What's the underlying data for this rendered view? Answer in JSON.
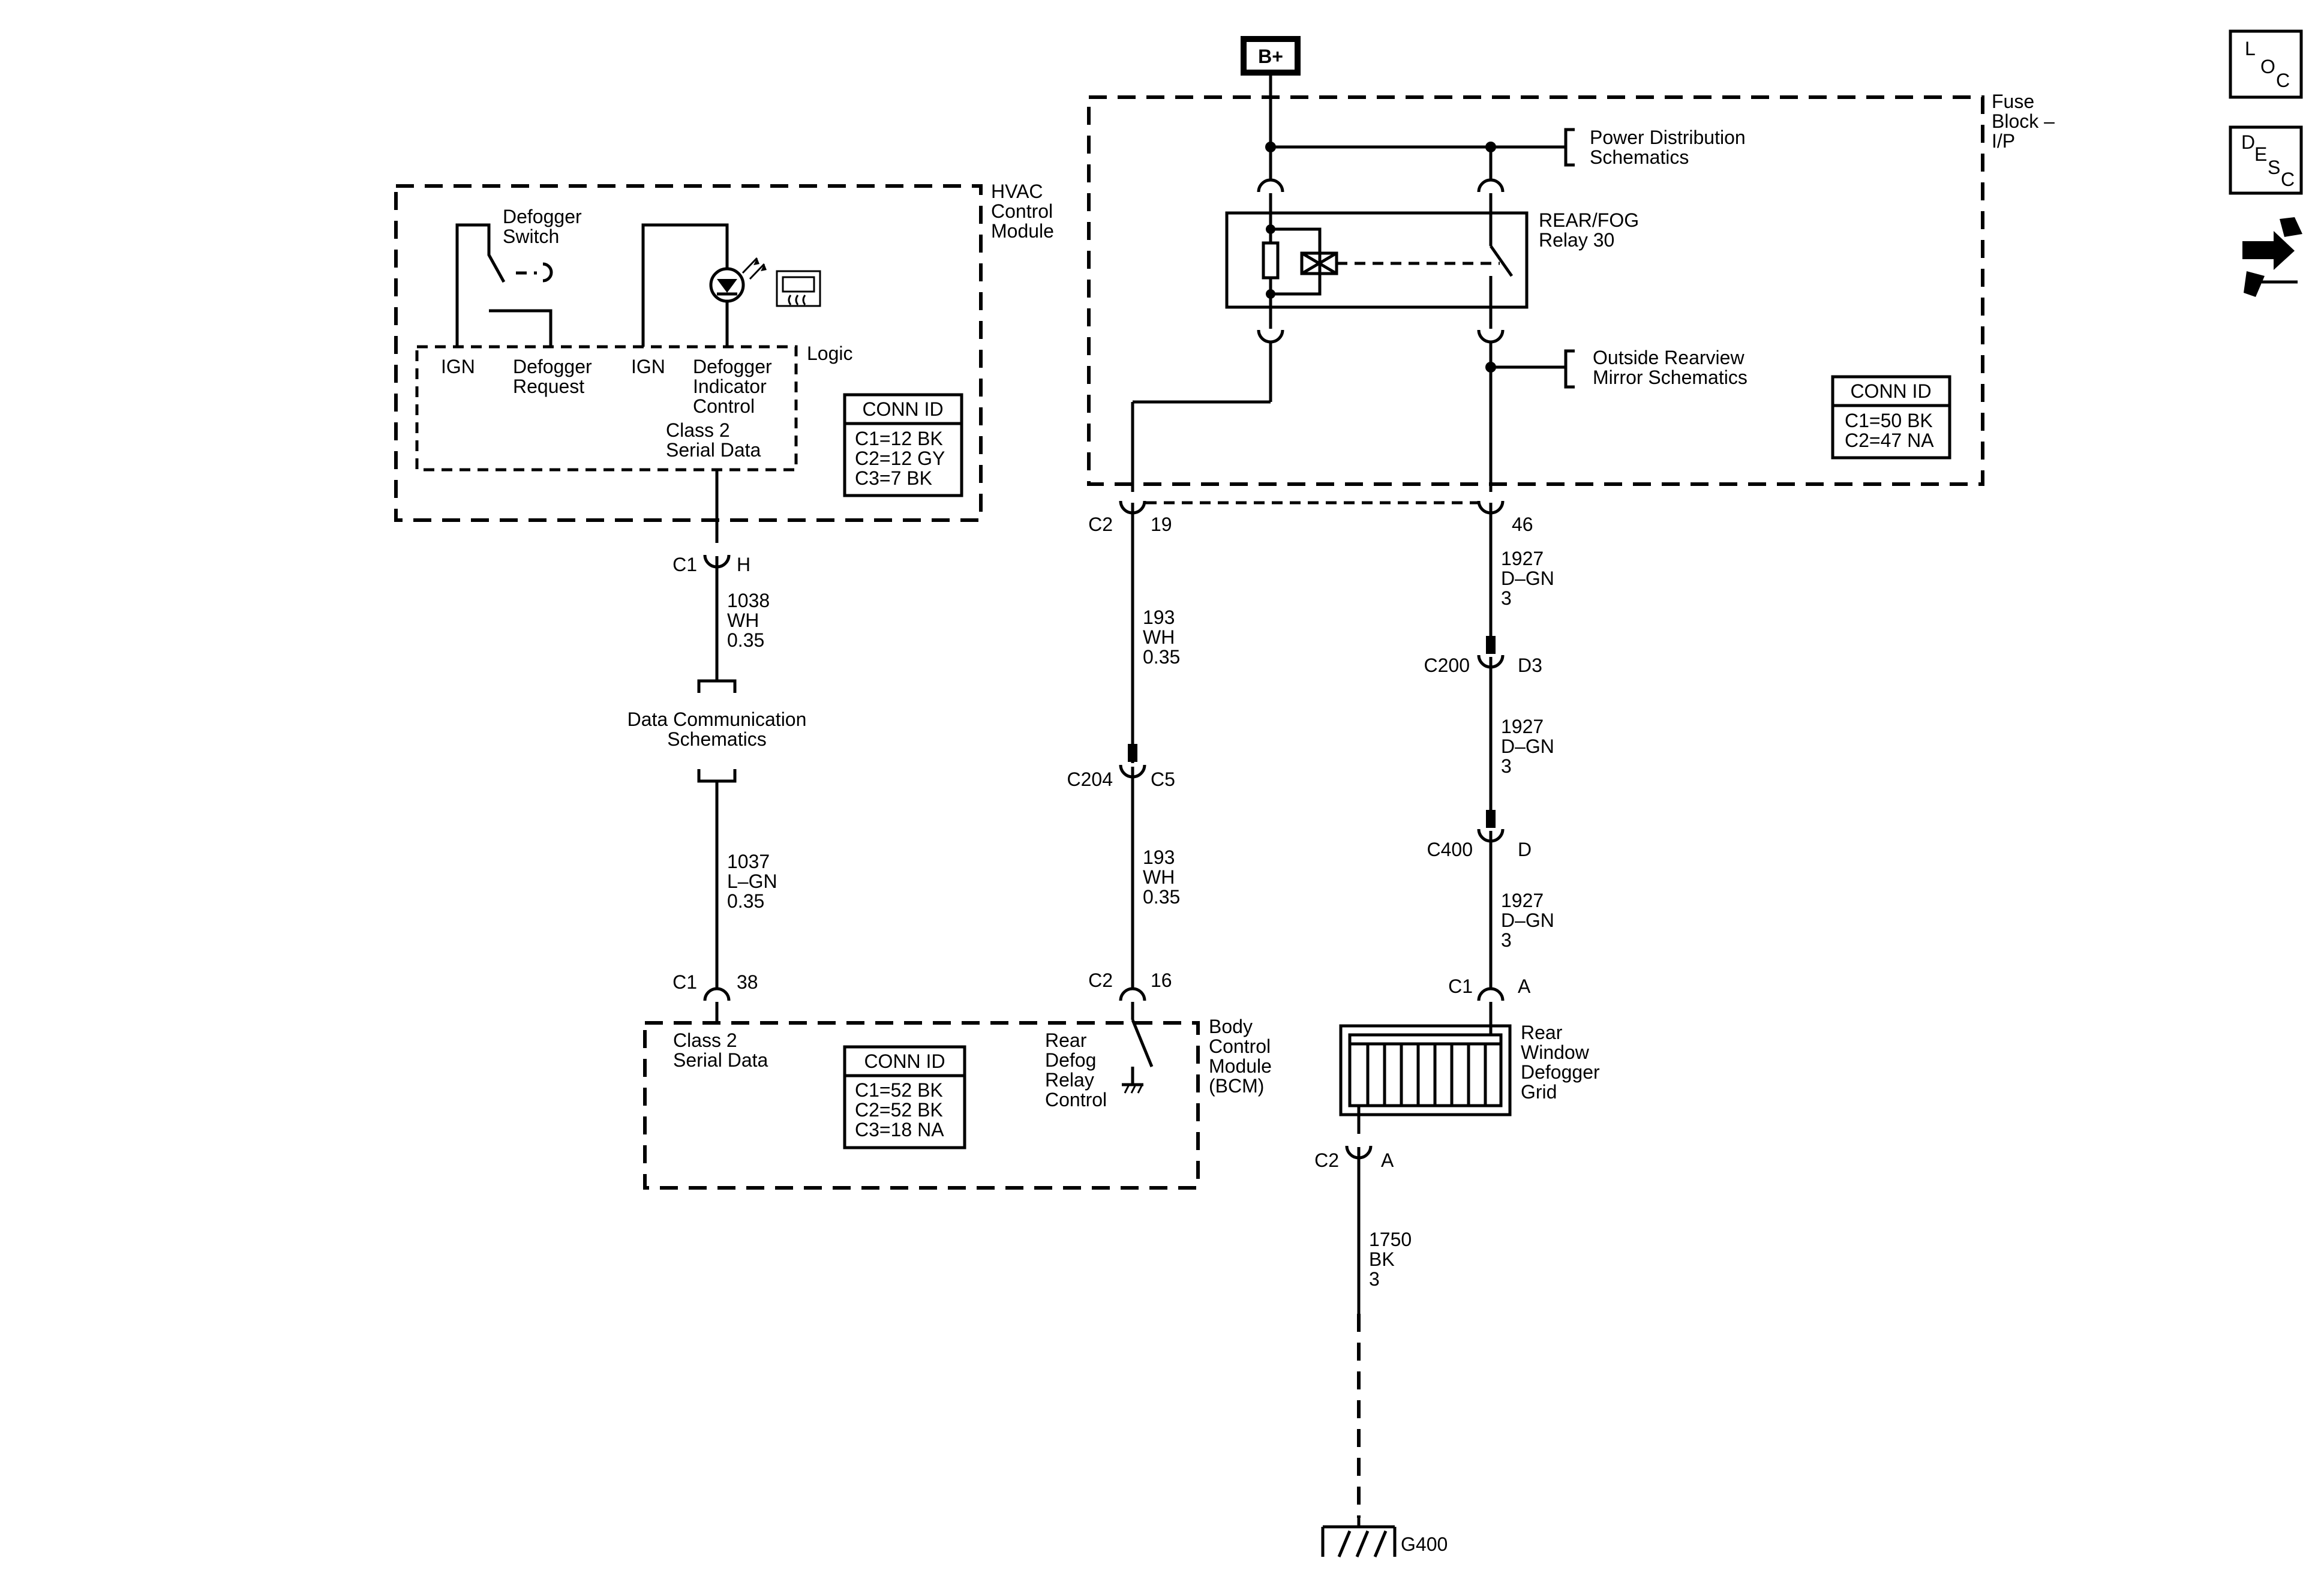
{
  "battery": {
    "label": "B+"
  },
  "fuse_block": {
    "name": [
      "Fuse",
      "Block –",
      "I/P"
    ],
    "conn_title": "CONN ID",
    "conn": [
      "C1=50 BK",
      "C2=47 NA"
    ]
  },
  "power_dist": [
    "Power Distribution",
    "Schematics"
  ],
  "relay": [
    "REAR/FOG",
    "Relay 30"
  ],
  "mirror": [
    "Outside Rearview",
    "Mirror Schematics"
  ],
  "hvac": {
    "name": [
      "HVAC",
      "Control",
      "Module"
    ],
    "switch": [
      "Defogger",
      "Switch"
    ],
    "logic": "Logic",
    "ign1": "IGN",
    "request": [
      "Defogger",
      "Request"
    ],
    "ign2": "IGN",
    "indicator": [
      "Defogger",
      "Indicator",
      "Control"
    ],
    "serial": [
      "Class 2",
      "Serial Data"
    ],
    "conn_title": "CONN ID",
    "conn": [
      "C1=12 BK",
      "C2=12 GY",
      "C3=7 BK"
    ]
  },
  "hvac_out": {
    "conn": "C1",
    "pin": "H",
    "wire": [
      "1038",
      "WH",
      "0.35"
    ]
  },
  "data_comm": [
    "Data Communication",
    "Schematics"
  ],
  "wire_1037": [
    "1037",
    "L–GN",
    "0.35"
  ],
  "bcm_in": {
    "conn": "C1",
    "pin": "38"
  },
  "bcm": {
    "name": [
      "Body",
      "Control",
      "Module",
      "(BCM)"
    ],
    "serial": [
      "Class 2",
      "Serial Data"
    ],
    "conn_title": "CONN ID",
    "conn": [
      "C1=52 BK",
      "C2=52 BK",
      "C3=18 NA"
    ],
    "relay_ctrl": [
      "Rear",
      "Defog",
      "Relay",
      "Control"
    ]
  },
  "fb_c2_19": {
    "conn": "C2",
    "pin": "19"
  },
  "wire_193a": [
    "193",
    "WH",
    "0.35"
  ],
  "c204": {
    "conn": "C204",
    "pin": "C5"
  },
  "wire_193b": [
    "193",
    "WH",
    "0.35"
  ],
  "bcm_c2_16": {
    "conn": "C2",
    "pin": "16"
  },
  "fb_46": {
    "pin": "46"
  },
  "wire_1927a": [
    "1927",
    "D–GN",
    "3"
  ],
  "c200": {
    "conn": "C200",
    "pin": "D3"
  },
  "wire_1927b": [
    "1927",
    "D–GN",
    "3"
  ],
  "c400": {
    "conn": "C400",
    "pin": "D"
  },
  "wire_1927c": [
    "1927",
    "D–GN",
    "3"
  ],
  "grid_c1": {
    "conn": "C1",
    "pin": "A"
  },
  "grid": [
    "Rear",
    "Window",
    "Defogger",
    "Grid"
  ],
  "grid_c2": {
    "conn": "C2",
    "pin": "A"
  },
  "wire_1750": [
    "1750",
    "BK",
    "3"
  ],
  "ground": "G400",
  "side_icons": {
    "loc": [
      "L",
      "O",
      "C"
    ],
    "desc": [
      "D",
      "E",
      "S",
      "C"
    ]
  }
}
